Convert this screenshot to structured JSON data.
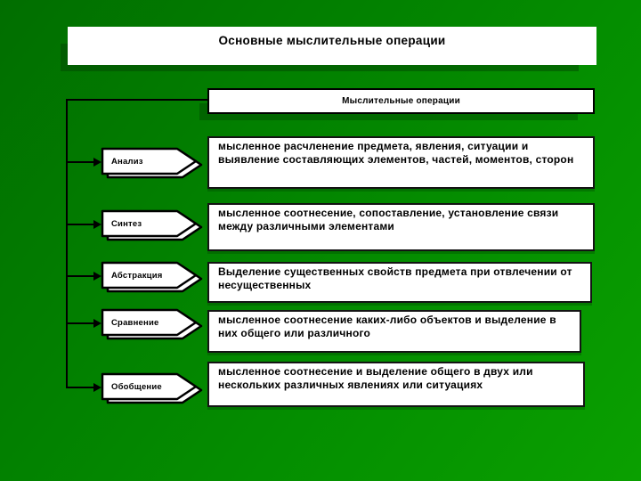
{
  "slide": {
    "title": "Основные мыслительные операции",
    "diagram_header": "Мыслительные операции",
    "rows": [
      {
        "label": "Анализ",
        "description": "мысленное расчленение предмета, явления, ситуации и\nвыявление составляющих элементов, частей, моментов, сторон"
      },
      {
        "label": "Синтез",
        "description": "мысленное соотнесение, сопоставление, установление связи\nмежду различными элементами"
      },
      {
        "label": "Абстракция",
        "description": "Выделение существенных свойств предмета при отвлечении от\nнесущественных"
      },
      {
        "label": "Сравнение",
        "description": "мысленное соотнесение каких-либо объектов и выделение в\nних общего или различного"
      },
      {
        "label": "Обобщение",
        "description": "мысленное соотнесение и выделение общего в двух или\nнескольких различных явлениях или ситуациях"
      }
    ],
    "colors": {
      "background_dark": "#016e00",
      "background_light": "#0aa000",
      "box_fill": "#ffffff",
      "line": "#000000",
      "text": "#000000"
    }
  }
}
